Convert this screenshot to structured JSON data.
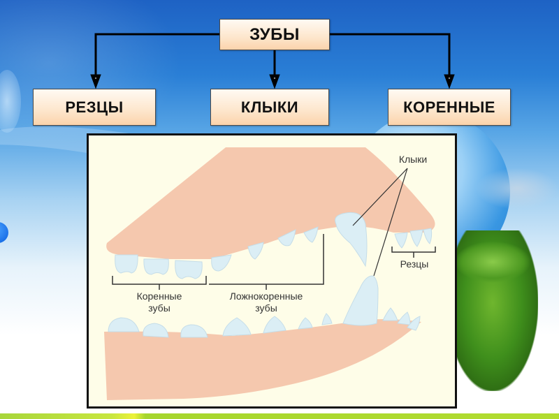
{
  "diagram": {
    "root": {
      "label": "ЗУБЫ"
    },
    "children": [
      {
        "label": "РЕЗЦЫ"
      },
      {
        "label": "КЛЫКИ"
      },
      {
        "label": "КОРЕННЫЕ"
      }
    ]
  },
  "illustration": {
    "labels": {
      "canines": "Клыки",
      "incisors": "Резцы",
      "molars_line1": "Коренные",
      "molars_line2": "зубы",
      "premolars_line1": "Ложнокоренные",
      "premolars_line2": "зубы"
    }
  },
  "colors": {
    "box_fill_top": "#fffaf3",
    "box_fill_bottom": "#fbd3ab",
    "panel_bg": "#fefde8",
    "gum": "#f5c8ae",
    "tooth": "#dbeef5",
    "connector": "#000000",
    "bottom_bar": "#b2dc30"
  }
}
